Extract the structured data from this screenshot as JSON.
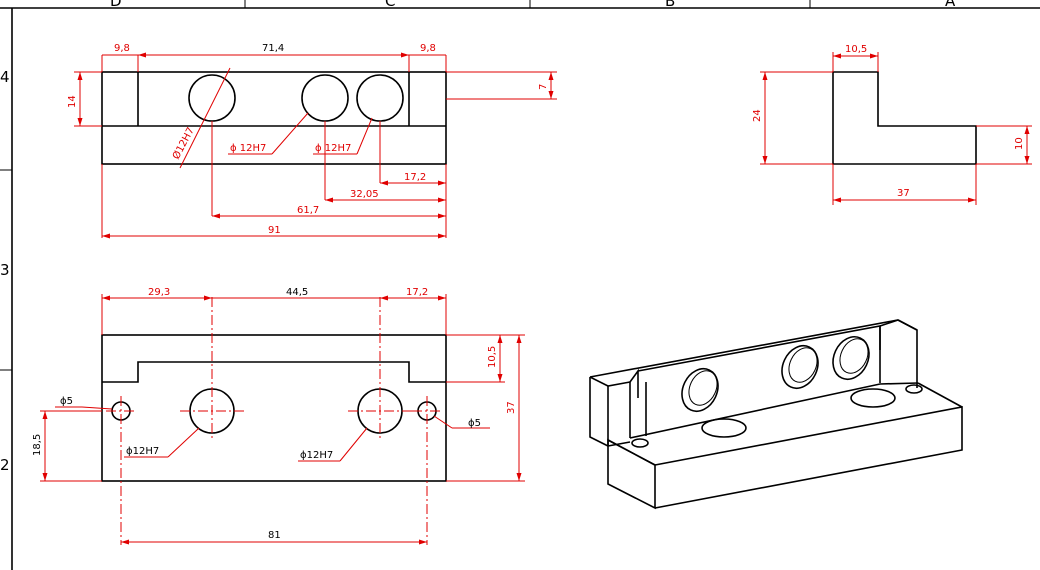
{
  "frame": {
    "zones_top": [
      "D",
      "C",
      "B",
      "A"
    ],
    "zones_left": [
      "4",
      "3",
      "2"
    ]
  },
  "top_view": {
    "dim_left": "9,8",
    "dim_span": "71,4",
    "dim_right": "9,8",
    "dim_height": "14",
    "dim_step": "7",
    "hole_callout_1": "Ø12H7",
    "hole_callout_2": "ϕ 12H7",
    "hole_callout_3": "ϕ 12H7",
    "dim_17_2": "17,2",
    "dim_32_05": "32,05",
    "dim_61_7": "61,7",
    "dim_91": "91"
  },
  "side_view": {
    "dim_top": "10,5",
    "dim_height": "24",
    "dim_thick": "10",
    "dim_width": "37"
  },
  "front_view": {
    "dim_29_3": "29,3",
    "dim_44_5": "44,5",
    "dim_17_2": "17,2",
    "dim_10_5": "10,5",
    "dim_37": "37",
    "dim_18_5": "18,5",
    "dim_81": "81",
    "small_hole_left": "ϕ5",
    "small_hole_right": "ϕ5",
    "big_hole_left": "ϕ12H7",
    "big_hole_right": "ϕ12H7"
  }
}
